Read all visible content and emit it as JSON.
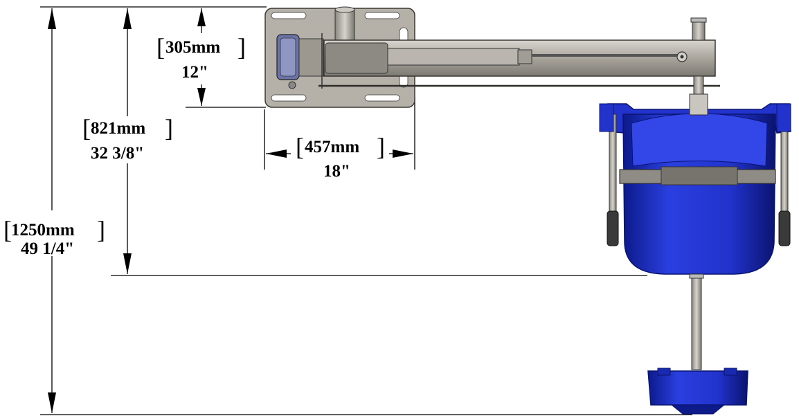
{
  "dimensions": {
    "height_overall": {
      "metric": "1250mm",
      "imperial": "49 1/4\""
    },
    "height_to_bowl": {
      "metric": "821mm",
      "imperial": "32 3/8\""
    },
    "plate_height": {
      "metric": "305mm",
      "imperial": "12\""
    },
    "plate_width": {
      "metric": "457mm",
      "imperial": "18\""
    }
  },
  "colors": {
    "bowl_blue": "#2233cc",
    "bowl_dark": "#0a1470",
    "plate_gray": "#b5b0a8",
    "arm_gray": "#a9a59d",
    "dimension_line": "#000000"
  }
}
